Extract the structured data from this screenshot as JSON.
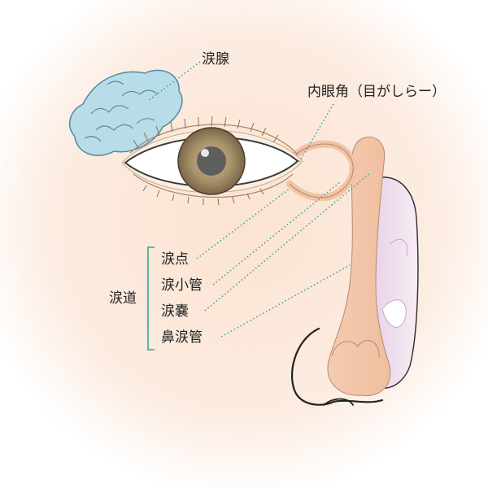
{
  "labels": {
    "lacrimal_gland": "涙腺",
    "inner_canthus": "内眼角（目がしらー）",
    "lacrimal_passage": "涙道",
    "punctum": "涙点",
    "canaliculus": "涙小管",
    "sac": "涙嚢",
    "nasolacrimal_duct": "鼻涙管"
  },
  "colors": {
    "background_glow": "#fbe6d6",
    "gland": "#b9dde8",
    "gland_stroke": "#4f8aa3",
    "iris": "#a8926c",
    "pupil": "#5e5e5e",
    "duct": "#f2c3a4",
    "nasal_cavity": "#ecd6ea",
    "leader_line": "#3aa39a",
    "bracket": "#3aa39a"
  }
}
